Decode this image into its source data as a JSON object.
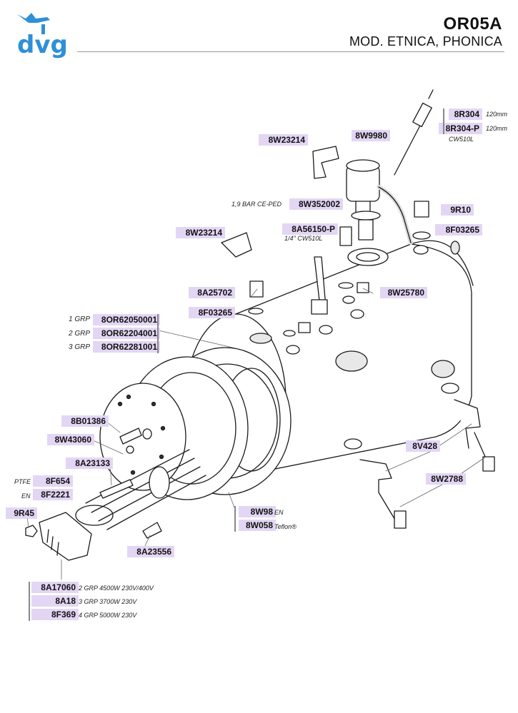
{
  "header": {
    "logo_text": "dvg",
    "code": "OR05A",
    "model": "MOD. ETNICA, PHONICA"
  },
  "parts": {
    "p8R304": "8R304",
    "p8R304P": "8R304-P",
    "p8W9980": "8W9980",
    "p8W23214a": "8W23214",
    "p8W352002": "8W352002",
    "p9R10": "9R10",
    "p8A56150P": "8A56150-P",
    "p8F03265a": "8F03265",
    "p8W23214b": "8W23214",
    "p8A25702": "8A25702",
    "p8W25780": "8W25780",
    "p8F03265b": "8F03265",
    "p8OR62050001": "8OR62050001",
    "p8OR62204001": "8OR62204001",
    "p8OR62281001": "8OR62281001",
    "p8B01386": "8B01386",
    "p8W43060": "8W43060",
    "p8V428": "8V428",
    "p8A23133": "8A23133",
    "p8W2788": "8W2788",
    "p8F654": "8F654",
    "p8F2221": "8F2221",
    "p9R45": "9R45",
    "p8W98": "8W98",
    "p8W058": "8W058",
    "p8A23556": "8A23556",
    "p8A17060": "8A17060",
    "p8A18": "8A18",
    "p8F369": "8F369"
  },
  "notes": {
    "n120a": "120mm",
    "n120b": "120mm",
    "ncw510l": "CW510L",
    "nbar": "1,9 BAR CE-PED",
    "nquarter": "1/4\" CW510L",
    "n1grp": "1 GRP",
    "n2grp": "2 GRP",
    "n3grp": "3 GRP",
    "nptfe": "PTFE",
    "nen1": "EN",
    "nen2": "EN",
    "nteflon": "Teflon®",
    "ngrp2": "2 GRP 4500W  230V/400V",
    "ngrp3": "3 GRP 3700W  230V",
    "ngrp4": "4 GRP 5000W  230V"
  },
  "colors": {
    "label_bg": "#e3d6f4",
    "logo_blue": "#2f8fd8"
  }
}
